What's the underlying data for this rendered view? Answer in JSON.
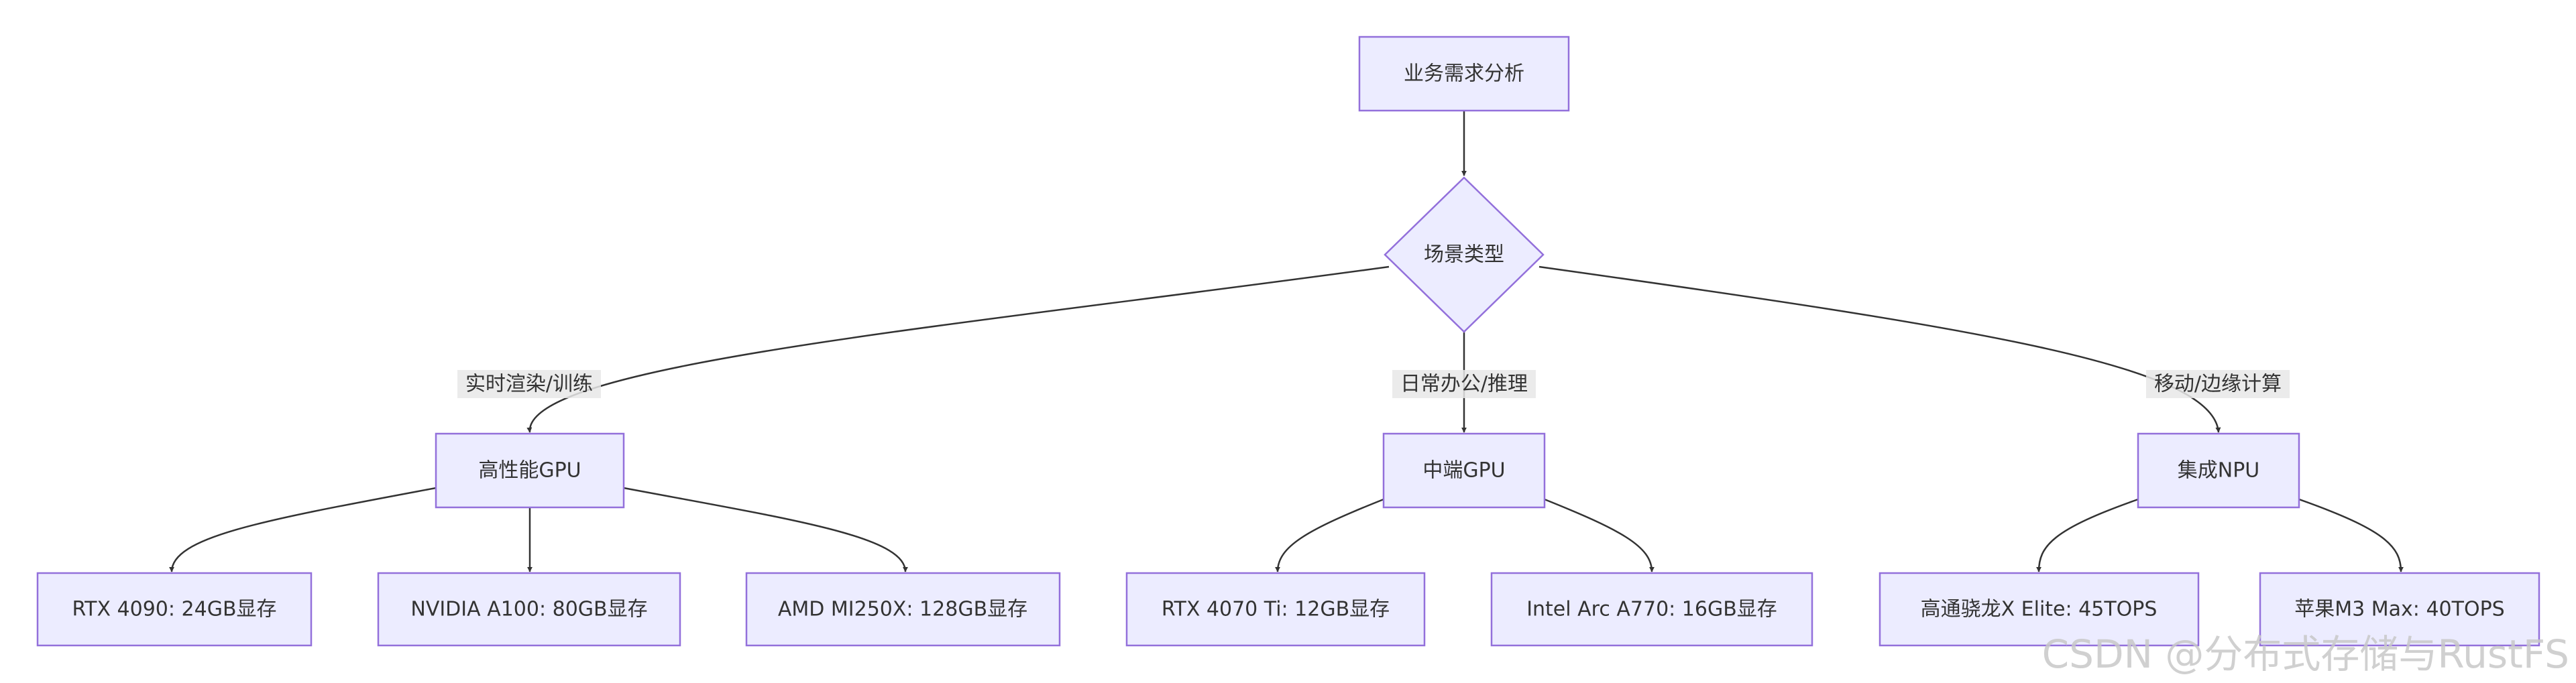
{
  "nodes": {
    "root": "业务需求分析",
    "decision": "场景类型",
    "high": "高性能GPU",
    "mid": "中端GPU",
    "npu": "集成NPU",
    "rtx4090": "RTX 4090: 24GB显存",
    "a100": "NVIDIA A100: 80GB显存",
    "mi250x": "AMD MI250X: 128GB显存",
    "rtx4070": "RTX 4070 Ti: 12GB显存",
    "a770": "Intel Arc A770: 16GB显存",
    "snapdragon": "高通骁龙X Elite: 45TOPS",
    "m3max": "苹果M3 Max: 40TOPS"
  },
  "edge_labels": {
    "realtime": "实时渲染/训练",
    "office": "日常办公/推理",
    "mobile": "移动/边缘计算"
  },
  "watermark": "CSDN @分布式存储与RustFS"
}
